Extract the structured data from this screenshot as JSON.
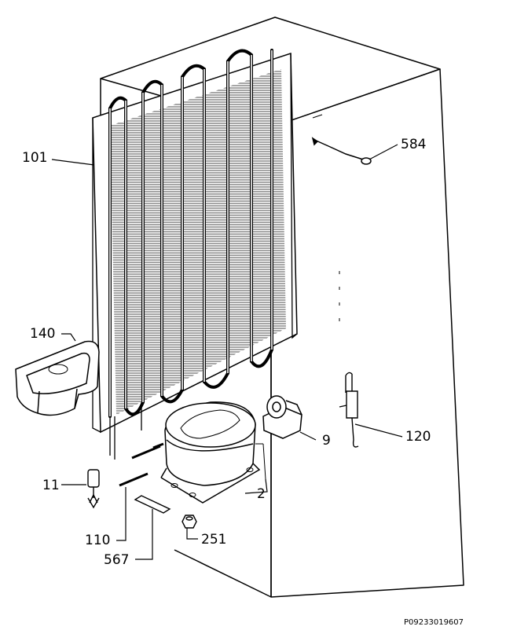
{
  "parts": [
    {
      "id": "part-101",
      "label": "101"
    },
    {
      "id": "part-584",
      "label": "584"
    },
    {
      "id": "part-140",
      "label": "140"
    },
    {
      "id": "part-9",
      "label": "9"
    },
    {
      "id": "part-120",
      "label": "120"
    },
    {
      "id": "part-11",
      "label": "11"
    },
    {
      "id": "part-2",
      "label": "2"
    },
    {
      "id": "part-110",
      "label": "110"
    },
    {
      "id": "part-251",
      "label": "251"
    },
    {
      "id": "part-567",
      "label": "567"
    }
  ],
  "drawing_code": "P09233019607"
}
